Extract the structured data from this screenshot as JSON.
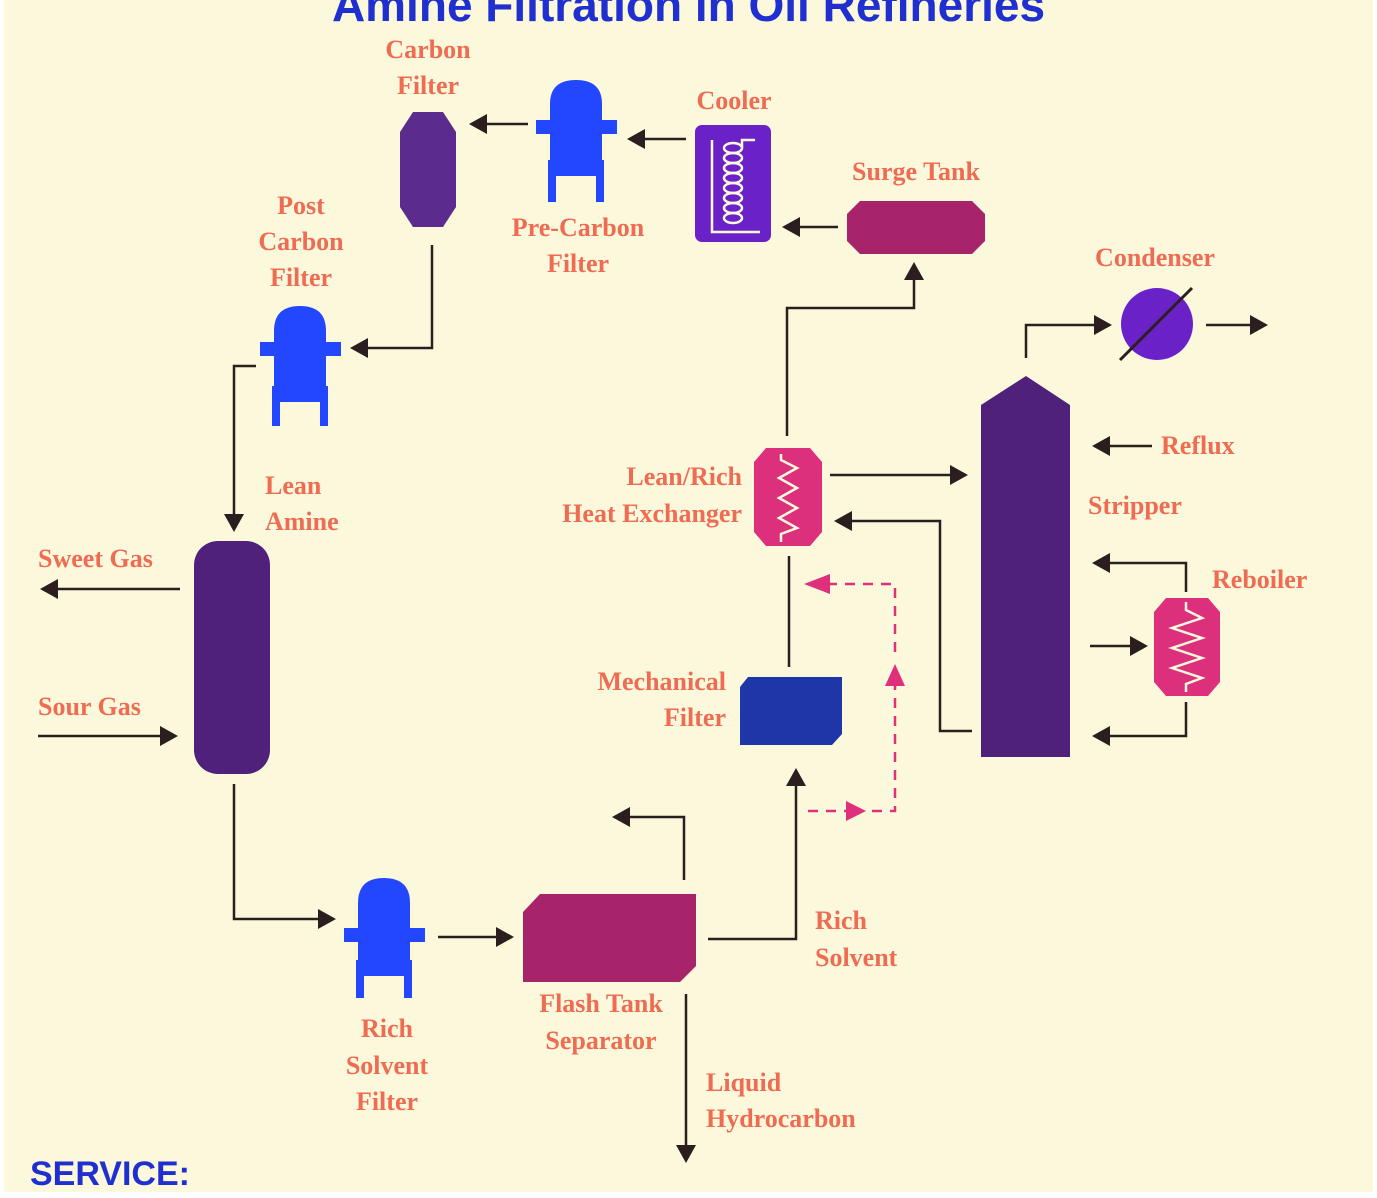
{
  "title": "Amine Filtration in Oil Refineries",
  "footer": "SERVICE:",
  "colors": {
    "background": "#fbf8dc",
    "label": "#ef6c52",
    "title": "#1f2fd0",
    "vessel_dark_purple": "#4f217a",
    "filter_blue": "#2346ff",
    "heat_exchanger_pink": "#dc2f7c",
    "tank_magenta": "#a8246a",
    "arrow": "#2a1e1e"
  },
  "labels": {
    "carbon_filter": [
      "Carbon",
      "Filter"
    ],
    "cooler": [
      "Cooler"
    ],
    "surge_tank": [
      "Surge Tank"
    ],
    "pre_carbon_filter": [
      "Pre-Carbon",
      "Filter"
    ],
    "post_carbon_filter": [
      "Post",
      "Carbon",
      "Filter"
    ],
    "condenser": [
      "Condenser"
    ],
    "lean_amine": [
      "Lean",
      "Amine"
    ],
    "lean_rich_hx": [
      "Lean/Rich",
      "Heat Exchanger"
    ],
    "reflux": [
      "Reflux"
    ],
    "stripper": [
      "Stripper"
    ],
    "sweet_gas": [
      "Sweet Gas"
    ],
    "reboiler": [
      "Reboiler"
    ],
    "mechanical_filter": [
      "Mechanical",
      "Filter"
    ],
    "sour_gas": [
      "Sour Gas"
    ],
    "rich_solvent": [
      "Rich",
      "Solvent"
    ],
    "rich_solvent_filter": [
      "Rich",
      "Solvent",
      "Filter"
    ],
    "flash_tank_separator": [
      "Flash Tank",
      "Separator"
    ],
    "liquid_hydrocarbon": [
      "Liquid",
      "Hydrocarbon"
    ]
  }
}
